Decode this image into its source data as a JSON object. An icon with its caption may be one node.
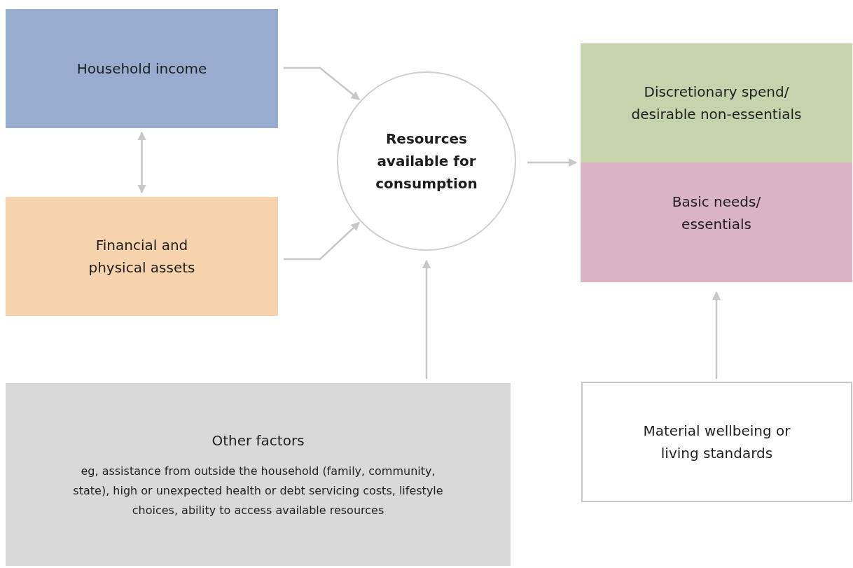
{
  "diagram": {
    "nodes": [
      {
        "text": [
          "Household income"
        ]
      },
      {
        "text": [
          "Financial and physical assets"
        ]
      },
      {
        "text": [
          "Resources available for consumption"
        ]
      },
      {
        "text": [
          "Discretionary spend/ desirable non-essentials"
        ]
      },
      {
        "text": [
          "Basic needs/ essentials"
        ]
      },
      {
        "text": [
          "Other factors",
          "eg, assistance from outside the household (family, community, state), high or unexpected health or debt servicing costs, lifestyle choices, ability to access available resources"
        ]
      },
      {
        "text": [
          "Material wellbeing or living standards"
        ]
      }
    ],
    "edges": [
      {
        "from": 0,
        "to": 2,
        "arrow": "to"
      },
      {
        "from": 0,
        "to": 1,
        "arrow": "both"
      },
      {
        "from": 1,
        "to": 2,
        "arrow": "to"
      },
      {
        "from": 2,
        "to": 3,
        "arrow": "to"
      },
      {
        "from": 5,
        "to": 2,
        "arrow": "to"
      },
      {
        "from": 6,
        "to": 4,
        "arrow": "to"
      }
    ]
  }
}
